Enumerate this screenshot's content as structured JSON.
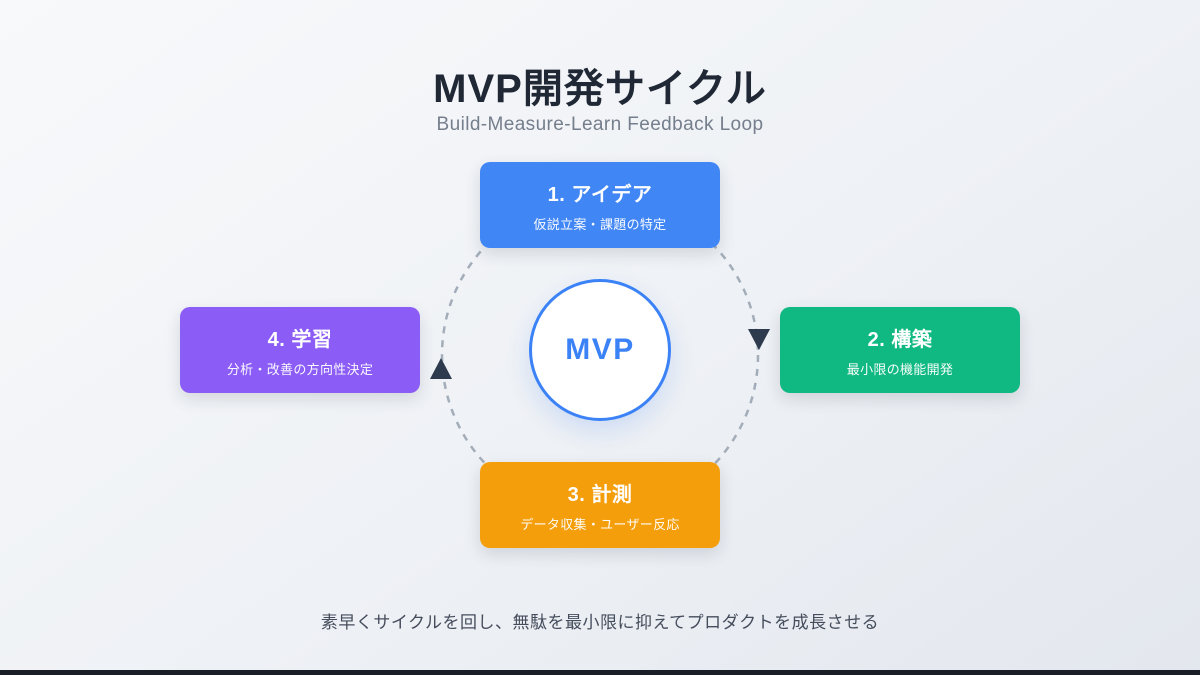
{
  "title": "MVP開発サイクル",
  "subtitle": "Build-Measure-Learn Feedback Loop",
  "center": {
    "label": "MVP"
  },
  "nodes": [
    {
      "id": "idea",
      "title": "1. アイデア",
      "subtitle": "仮説立案・課題の特定",
      "color": "#4186f5",
      "position": "top"
    },
    {
      "id": "build",
      "title": "2. 構築",
      "subtitle": "最小限の機能開発",
      "color": "#10b981",
      "position": "right"
    },
    {
      "id": "measure",
      "title": "3. 計測",
      "subtitle": "データ収集・ユーザー反応",
      "color": "#f59e0b",
      "position": "bottom"
    },
    {
      "id": "learn",
      "title": "4. 学習",
      "subtitle": "分析・改善の方向性決定",
      "color": "#8b5cf6",
      "position": "left"
    }
  ],
  "footer": "素早くサイクルを回し、無駄を最小限に抑えてプロダクトを成長させる",
  "colors": {
    "title_text": "#202735",
    "subtitle_text": "#757e8c",
    "center_accent": "#3b82f6",
    "cycle_dash": "#a3adba",
    "arrow": "#2e3a4d",
    "footer_text": "#454d5c",
    "bottom_bar": "#1a1e27"
  }
}
